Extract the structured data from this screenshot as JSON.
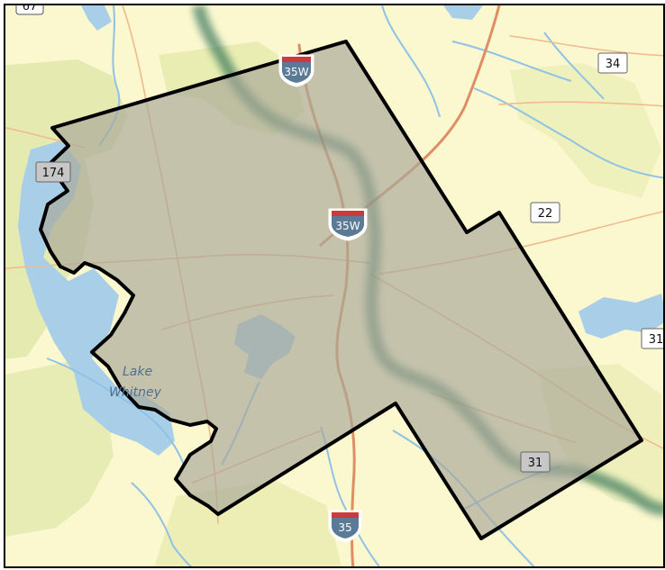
{
  "map": {
    "colors": {
      "background": "#fbf7cf",
      "forest": "#dfe7a9",
      "water": "#a9cfe8",
      "river": "#8fc2e6",
      "road": "#f1b98b",
      "major_road": "#df8e64",
      "county_fill": "#aaa89a",
      "county_border": "#000000",
      "shadow": "#0f5b45"
    },
    "water_label": {
      "line1": "Lake",
      "line2": "Whitney"
    },
    "interstates": [
      {
        "id": "i35w_top",
        "label": "35W"
      },
      {
        "id": "i35w_mid",
        "label": "35W"
      },
      {
        "id": "i35_bottom",
        "label": "35"
      }
    ],
    "routes": [
      {
        "id": "r67",
        "label": "67"
      },
      {
        "id": "r174",
        "label": "174"
      },
      {
        "id": "r34",
        "label": "34"
      },
      {
        "id": "r22",
        "label": "22"
      },
      {
        "id": "r31_east",
        "label": "31"
      },
      {
        "id": "r31_south",
        "label": "31"
      }
    ]
  }
}
